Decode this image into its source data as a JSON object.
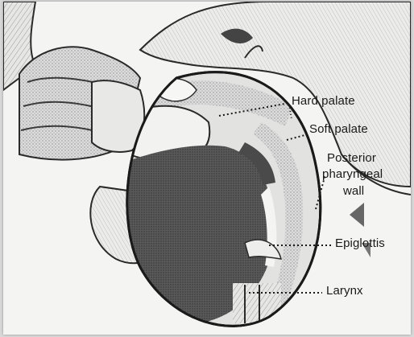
{
  "labels": {
    "hard_palate": "Hard palate",
    "soft_palate": "Soft palate",
    "posterior_pharyngeal_wall": [
      "Posterior",
      "pharyngeal",
      "wall"
    ],
    "epiglottis": "Epiglottis",
    "larynx": "Larynx"
  },
  "colors": {
    "background": "#f4f4f2",
    "ink": "#1a1a1a",
    "tissue_dark": "#5a5a5a",
    "tissue_light": "#c8c8c8"
  }
}
